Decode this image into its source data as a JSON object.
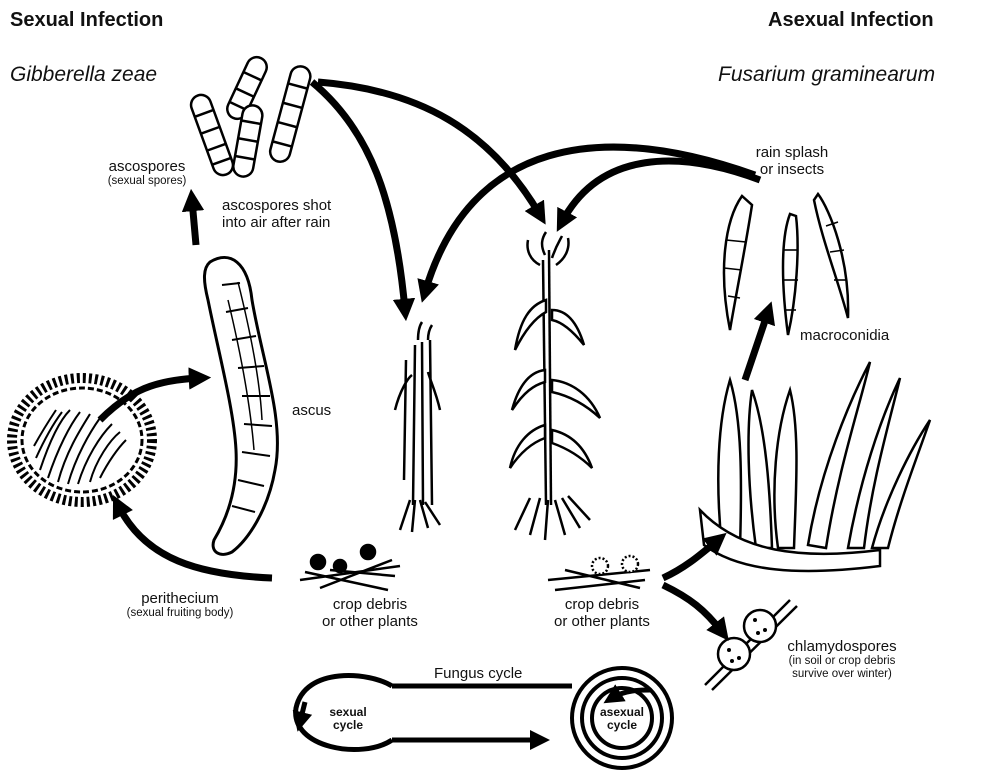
{
  "headers": {
    "sexual_title": "Sexual Infection",
    "sexual_species": "Gibberella zeae",
    "asexual_title": "Asexual Infection",
    "asexual_species": "Fusarium graminearum"
  },
  "labels": {
    "ascospores": "ascospores",
    "ascospores_sub": "(sexual spores)",
    "shot_line1": "ascospores shot",
    "shot_line2": "into air after rain",
    "ascus": "ascus",
    "perithecium": "perithecium",
    "perithecium_sub": "(sexual fruiting body)",
    "debris_left_1": "crop debris",
    "debris_left_2": "or other plants",
    "debris_right_1": "crop debris",
    "debris_right_2": "or other plants",
    "rain_1": "rain splash",
    "rain_2": "or insects",
    "macroconidia": "macroconidia",
    "chlamy": "chlamydospores",
    "chlamy_sub1": "(in soil or crop debris",
    "chlamy_sub2": "survive over winter)",
    "fungus_cycle": "Fungus cycle",
    "sexual_cycle_1": "sexual",
    "sexual_cycle_2": "cycle",
    "asexual_cycle_1": "asexual",
    "asexual_cycle_2": "cycle"
  },
  "colors": {
    "ink": "#000000",
    "background": "#ffffff"
  }
}
